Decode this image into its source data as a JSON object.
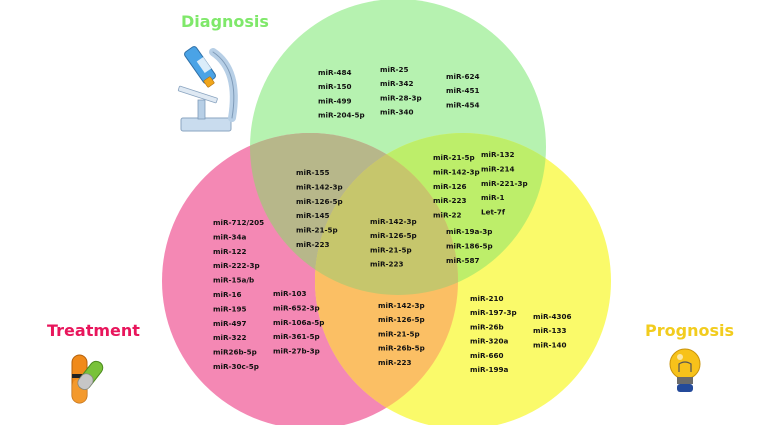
{
  "titles": {
    "diagnosis": "Diagnosis",
    "treatment": "Treatment",
    "prognosis": "Prognosis"
  },
  "colors": {
    "diagnosis_circle": "#b6f2b0",
    "treatment_circle": "#f488b4",
    "prognosis_circle": "#fafa6a",
    "diagnosis_treatment": "#b7b78a",
    "diagnosis_prognosis": "#bdee6a",
    "treatment_prognosis": "#fbbf64",
    "all_three": "#c6c66c",
    "diagnosis_title": "#7fe86a",
    "treatment_title": "#e8165c",
    "prognosis_title": "#f2cc1e"
  },
  "icons": {
    "diagnosis": "microscope-icon",
    "treatment": "capsule-icon",
    "prognosis": "lightbulb-icon"
  },
  "groups": {
    "diagnosis_only_a": [
      "miR-484",
      "miR-150",
      "miR-499",
      "miR-204-5p"
    ],
    "diagnosis_only_b": [
      "miR-25",
      "miR-342",
      "miR-28-3p",
      "miR-340"
    ],
    "diagnosis_only_c": [
      "miR-624",
      "miR-451",
      "miR-454"
    ],
    "diagnosis_treatment": [
      "miR-155",
      "miR-142-3p",
      "miR-126-5p",
      "miR-145",
      "miR-21-5p",
      "miR-223"
    ],
    "diagnosis_prognosis_a": [
      "miR-21-5p",
      "miR-142-3p",
      "miR-126",
      "miR-223",
      "miR-22"
    ],
    "diagnosis_prognosis_b": [
      "miR-132",
      "miR-214",
      "miR-221-3p",
      "miR-1",
      "Let-7f"
    ],
    "diagnosis_prognosis_c": [
      "miR-19a-3p",
      "miR-186-5p",
      "miR-587"
    ],
    "all_three": [
      "miR-142-3p",
      "miR-126-5p",
      "miR-21-5p",
      "miR-223"
    ],
    "treatment_only_a": [
      "miR-712/205",
      "miR-34a",
      "miR-122",
      "miR-222-3p",
      "miR-15a/b",
      "miR-16",
      "miR-195",
      "miR-497",
      "miR-322",
      "miR26b-5p",
      "miR-30c-5p"
    ],
    "treatment_only_b": [
      "miR-103",
      "miR-652-3p",
      "miR-106a-5p",
      "miR-361-5p",
      "miR-27b-3p"
    ],
    "treatment_prognosis": [
      "miR-142-3p",
      "miR-126-5p",
      "miR-21-5p",
      "miR-26b-5p",
      "miR-223"
    ],
    "prognosis_only_a": [
      "miR-210",
      "miR-197-3p",
      "miR-26b",
      "miR-320a",
      "miR-660",
      "miR-199a"
    ],
    "prognosis_only_b": [
      "miR-4306",
      "miR-133",
      "miR-140"
    ]
  }
}
